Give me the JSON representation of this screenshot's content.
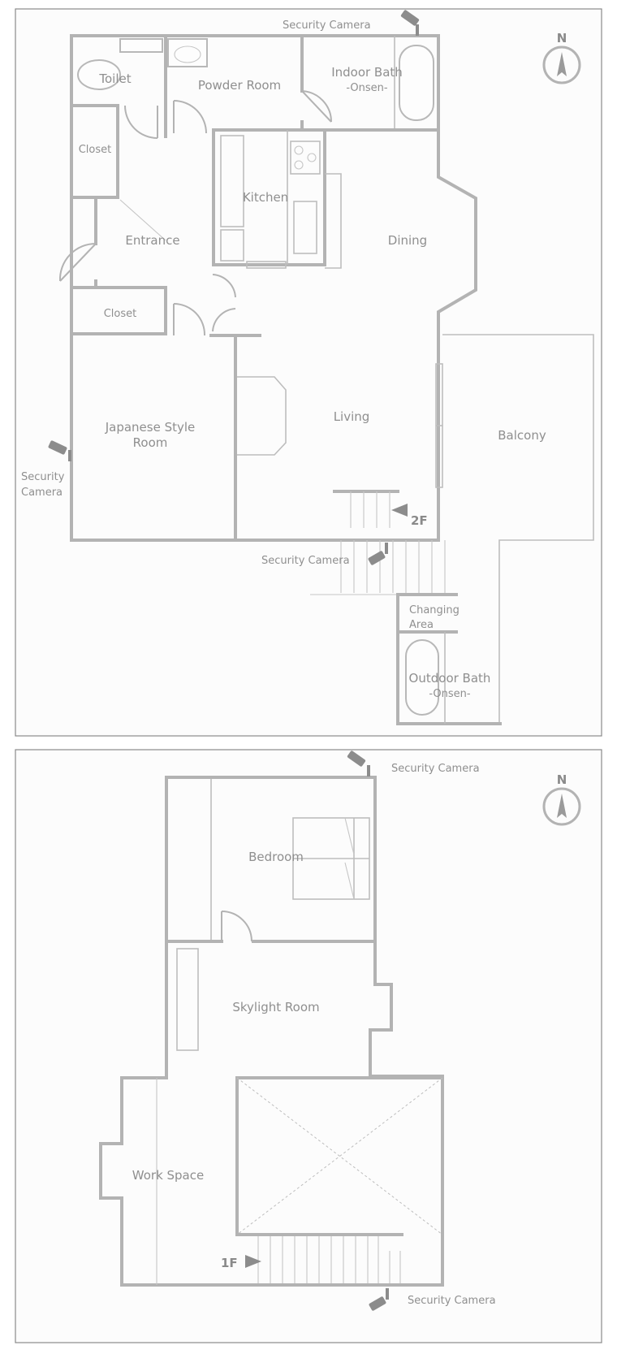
{
  "floor1": {
    "rooms": {
      "toilet": "Toilet",
      "powder_room": "Powder Room",
      "indoor_bath_line1": "Indoor Bath",
      "indoor_bath_line2": "-Onsen-",
      "closet_top": "Closet",
      "kitchen": "Kitchen",
      "entrance": "Entrance",
      "dining": "Dining",
      "closet_bottom": "Closet",
      "japanese_room_line1": "Japanese Style",
      "japanese_room_line2": "Room",
      "living": "Living",
      "balcony": "Balcony",
      "changing_line1": "Changing",
      "changing_line2": "Area",
      "outdoor_bath_line1": "Outdoor Bath",
      "outdoor_bath_line2": "-Onsen-"
    },
    "cameras": {
      "top": "Security Camera",
      "left_line1": "Security",
      "left_line2": "Camera",
      "bottom": "Security Camera"
    },
    "stair_marker": "2F",
    "compass": "N"
  },
  "floor2": {
    "rooms": {
      "bedroom": "Bedroom",
      "skylight_room": "Skylight Room",
      "work_space": "Work Space"
    },
    "cameras": {
      "top": "Security Camera",
      "bottom": "Security Camera"
    },
    "stair_marker": "1F",
    "compass": "N"
  },
  "colors": {
    "wall": "#b3b3b3",
    "text": "#8f8f8f",
    "icon": "#8c8c8c"
  }
}
